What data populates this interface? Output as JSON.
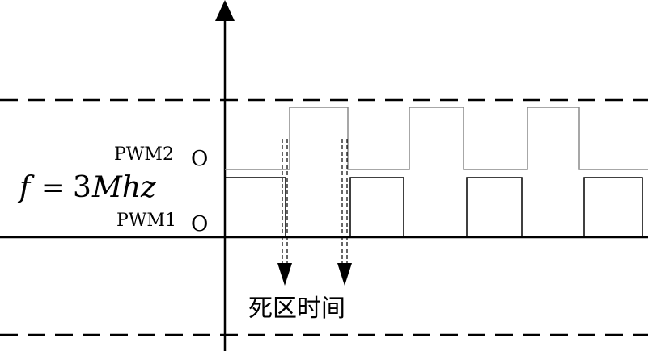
{
  "labels": {
    "pwm2": "PWM2",
    "pwm1": "PWM1",
    "origin_mark": "O",
    "freq_var": "f",
    "freq_eq": "=",
    "freq_num": "3",
    "freq_unit": "Mhz",
    "dead_time": "死区时间"
  },
  "colors": {
    "stroke": "#000000",
    "pwm2_line": "#8a8a8a",
    "background": "#ffffff"
  }
}
